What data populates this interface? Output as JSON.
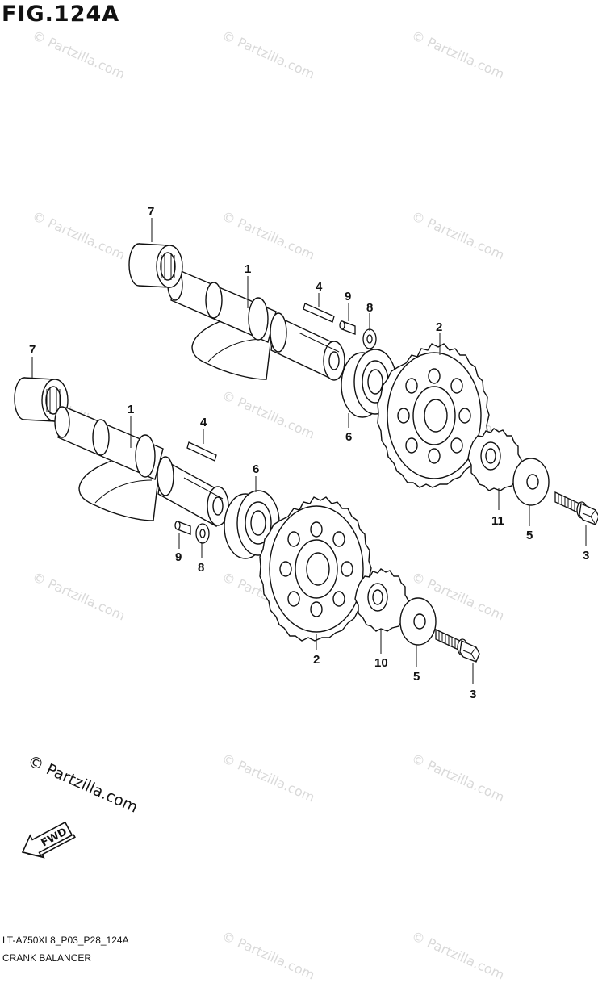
{
  "figure": {
    "title": "FIG.124A",
    "code": "LT-A750XL8_P03_P28_124A",
    "name": "CRANK BALANCER"
  },
  "watermark": "© Partzilla.com",
  "copyright": "© Partzilla.com",
  "fwd_label": "FWD",
  "callouts": {
    "c1a": "1",
    "c1b": "1",
    "c2a": "2",
    "c2b": "2",
    "c3a": "3",
    "c3b": "3",
    "c4a": "4",
    "c4b": "4",
    "c5a": "5",
    "c5b": "5",
    "c6a": "6",
    "c6b": "6",
    "c7a": "7",
    "c7b": "7",
    "c8a": "8",
    "c8b": "8",
    "c9a": "9",
    "c9b": "9",
    "c10": "10",
    "c11": "11"
  },
  "colors": {
    "line": "#111111",
    "watermark": "#d9d9d9"
  }
}
